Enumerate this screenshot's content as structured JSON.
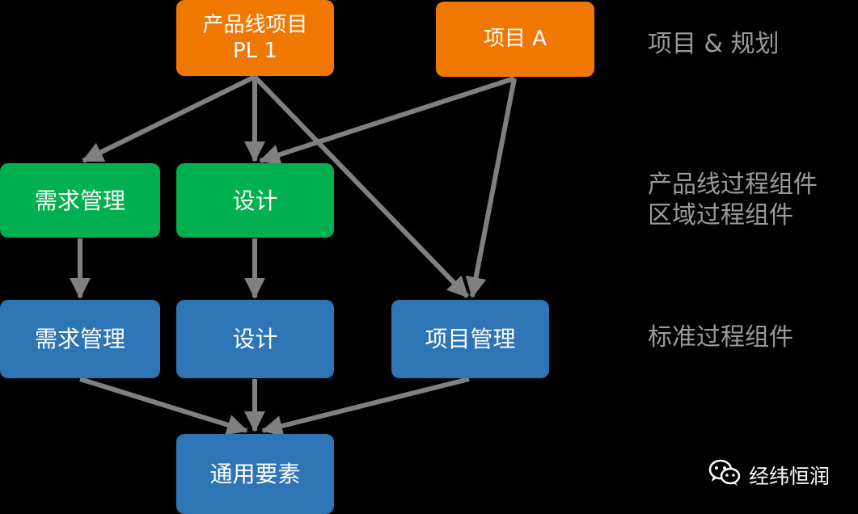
{
  "nodes": {
    "pl1": {
      "line1": "产品线项目",
      "line2": "PL 1"
    },
    "project_a": {
      "label": "项目 A"
    },
    "req_pl": {
      "label": "需求管理"
    },
    "design_pl": {
      "label": "设计"
    },
    "req_std": {
      "label": "需求管理"
    },
    "design_std": {
      "label": "设计"
    },
    "pm_std": {
      "label": "项目管理"
    },
    "common": {
      "label": "通用要素"
    }
  },
  "layers": {
    "project": "项目 & 规划",
    "product_line_1": "产品线过程组件",
    "product_line_2": "区域过程组件",
    "standard": "标准过程组件"
  },
  "watermark": {
    "icon": "wechat-icon",
    "text": "经纬恒润"
  },
  "colors": {
    "orange": "#f07800",
    "green": "#00b050",
    "blue": "#2e75b6",
    "arrow": "#808080",
    "label": "#9a9a9a",
    "background": "#000000"
  }
}
